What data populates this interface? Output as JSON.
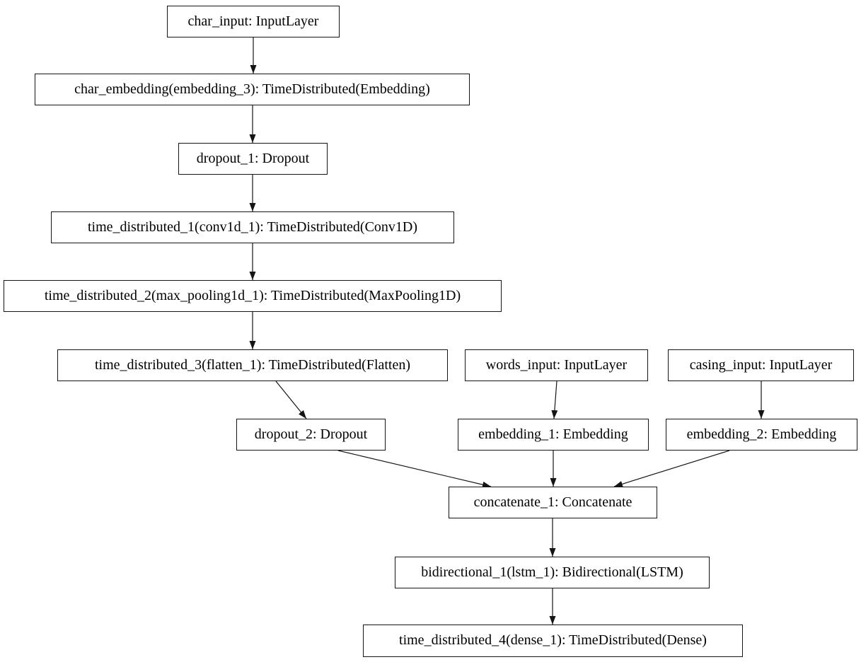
{
  "diagram": {
    "type": "model-architecture-graph",
    "nodes": {
      "char_input": {
        "label": "char_input: InputLayer"
      },
      "char_embedding": {
        "label": "char_embedding(embedding_3): TimeDistributed(Embedding)"
      },
      "dropout_1": {
        "label": "dropout_1: Dropout"
      },
      "time_distributed_1": {
        "label": "time_distributed_1(conv1d_1): TimeDistributed(Conv1D)"
      },
      "time_distributed_2": {
        "label": "time_distributed_2(max_pooling1d_1): TimeDistributed(MaxPooling1D)"
      },
      "time_distributed_3": {
        "label": "time_distributed_3(flatten_1): TimeDistributed(Flatten)"
      },
      "words_input": {
        "label": "words_input: InputLayer"
      },
      "casing_input": {
        "label": "casing_input: InputLayer"
      },
      "dropout_2": {
        "label": "dropout_2: Dropout"
      },
      "embedding_1": {
        "label": "embedding_1: Embedding"
      },
      "embedding_2": {
        "label": "embedding_2: Embedding"
      },
      "concatenate_1": {
        "label": "concatenate_1: Concatenate"
      },
      "bidirectional_1": {
        "label": "bidirectional_1(lstm_1): Bidirectional(LSTM)"
      },
      "time_distributed_4": {
        "label": "time_distributed_4(dense_1): TimeDistributed(Dense)"
      }
    },
    "edges": [
      {
        "from": "char_input",
        "to": "char_embedding"
      },
      {
        "from": "char_embedding",
        "to": "dropout_1"
      },
      {
        "from": "dropout_1",
        "to": "time_distributed_1"
      },
      {
        "from": "time_distributed_1",
        "to": "time_distributed_2"
      },
      {
        "from": "time_distributed_2",
        "to": "time_distributed_3"
      },
      {
        "from": "time_distributed_3",
        "to": "dropout_2"
      },
      {
        "from": "words_input",
        "to": "embedding_1"
      },
      {
        "from": "casing_input",
        "to": "embedding_2"
      },
      {
        "from": "dropout_2",
        "to": "concatenate_1"
      },
      {
        "from": "embedding_1",
        "to": "concatenate_1"
      },
      {
        "from": "embedding_2",
        "to": "concatenate_1"
      },
      {
        "from": "concatenate_1",
        "to": "bidirectional_1"
      },
      {
        "from": "bidirectional_1",
        "to": "time_distributed_4"
      }
    ],
    "colors": {
      "background": "#ffffff",
      "node_fill": "#ffffff",
      "node_border": "#141414",
      "edge": "#141414",
      "text": "#000000"
    }
  }
}
